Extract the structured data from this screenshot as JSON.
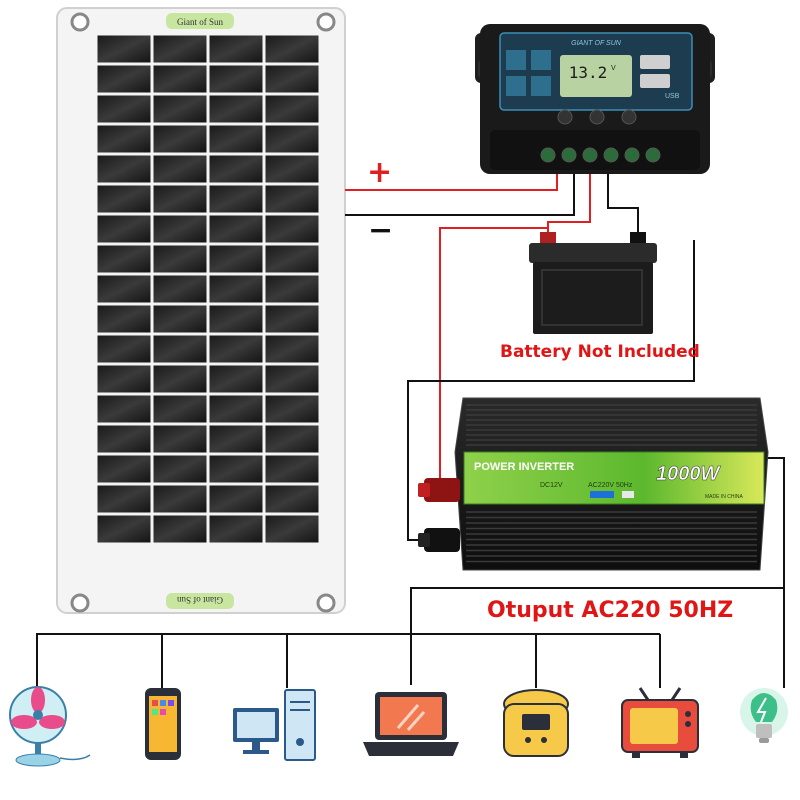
{
  "panel": {
    "brand_top": "Giant of Sun",
    "brand_bottom": "Giant of Sun"
  },
  "controller": {
    "brand": "GIANT OF SUN",
    "display": "13.2",
    "display_unit": "V",
    "usb_label": "USB"
  },
  "labels": {
    "plus": "+",
    "minus": "−",
    "battery_note": "Battery Not Included",
    "output": "Otuput AC220 50HZ"
  },
  "inverter": {
    "title": "POWER INVERTER",
    "rating": "1000W",
    "spec_in": "DC12V",
    "spec_out": "AC220V  50Hz",
    "made_in": "MADE IN CHINA"
  },
  "appliances": [
    "fan-icon",
    "phone-icon",
    "desktop-computer-icon",
    "laptop-icon",
    "rice-cooker-icon",
    "tv-icon",
    "light-bulb-icon"
  ],
  "colors": {
    "positive_wire": "#e02020",
    "negative_wire": "#111111",
    "accent_text": "#e01515",
    "inverter_panel": "#6cc43a"
  }
}
